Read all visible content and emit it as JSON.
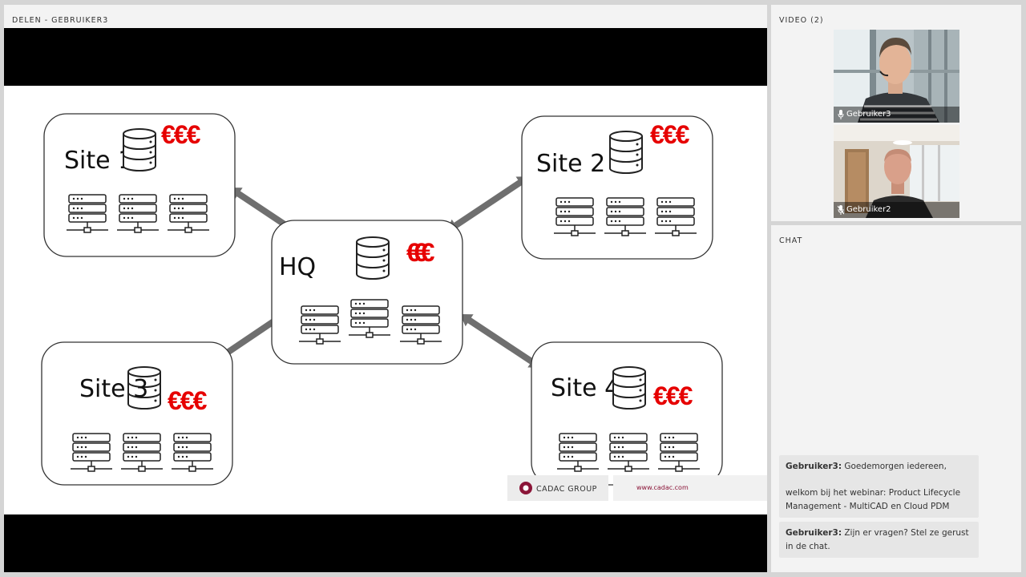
{
  "share": {
    "title": "DELEN   - GEBRUIKER3"
  },
  "slide": {
    "sites": [
      {
        "label": "Site 1",
        "cost": "€€€"
      },
      {
        "label": "Site 2",
        "cost": "€€€"
      },
      {
        "label": "Site 3",
        "cost": "€€€"
      },
      {
        "label": "Site 4",
        "cost": "€€€"
      }
    ],
    "hq": {
      "label": "HQ",
      "cost": "€€€"
    },
    "footer": {
      "brand": "CADAC GROUP",
      "url": "www.cadac.com"
    }
  },
  "video": {
    "title": "VIDEO (2)",
    "participants": [
      {
        "name": "Gebruiker3"
      },
      {
        "name": "Gebruiker2"
      }
    ]
  },
  "chat": {
    "title": "CHAT",
    "messages": [
      {
        "author": "Gebruiker3:",
        "lines": [
          "Goedemorgen iedereen,",
          "welkom bij het webinar: Product Lifecycle Management - MultiCAD en Cloud PDM"
        ]
      },
      {
        "author": "Gebruiker3:",
        "lines": [
          "Zijn er vragen? Stel ze gerust in de chat."
        ]
      }
    ]
  },
  "colors": {
    "accent": "#e60000",
    "brand": "#8b1538",
    "arrow": "#6f6f6f"
  }
}
